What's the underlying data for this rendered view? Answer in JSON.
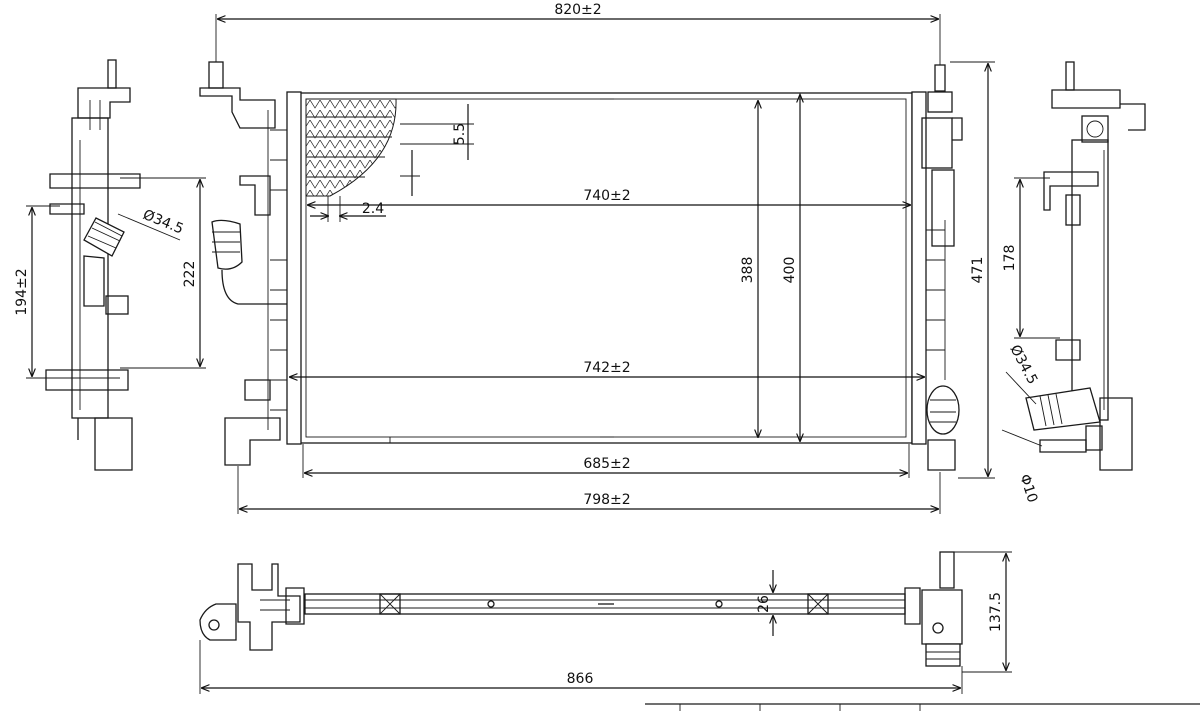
{
  "dimensions": {
    "overall_width_top": "820±2",
    "core_width_upper": "740±2",
    "core_width_lower": "742±2",
    "tank_to_tank": "685±2",
    "bottom_width": "798±2",
    "core_height": "388",
    "inner_height": "400",
    "overall_height": "471",
    "fin_pitch": "5.5",
    "tube_gap": "2.4",
    "left_hose_diameter": "Ø34.5",
    "left_span": "222",
    "left_span_2": "194±2",
    "right_span": "178",
    "right_hose_diameter": "Ø34.5",
    "right_small_diameter": "Φ10",
    "depth_core": "26",
    "depth_overall": "137.5",
    "overall_length_bottom": "866"
  }
}
